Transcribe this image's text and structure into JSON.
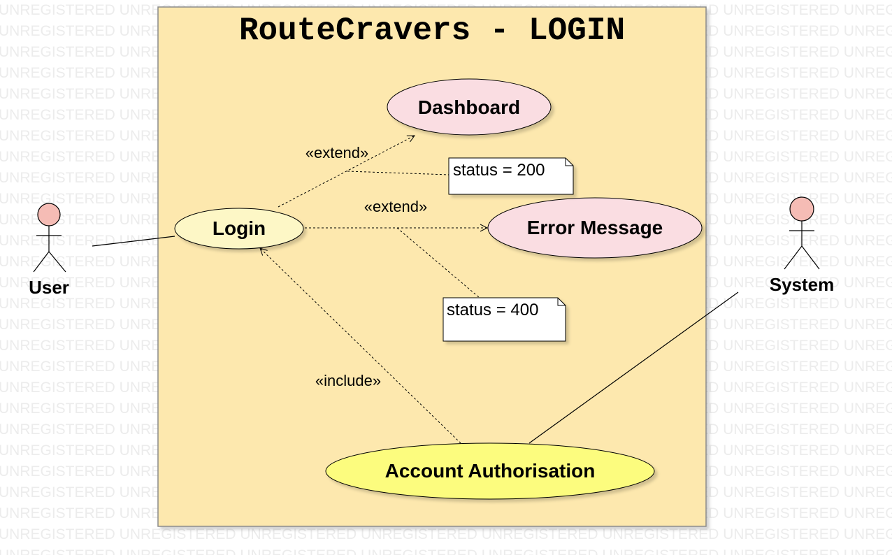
{
  "watermark": {
    "text": "UNREGISTERED"
  },
  "system_boundary": {
    "title": "RouteCravers - LOGIN"
  },
  "actors": {
    "user": {
      "name": "User"
    },
    "system": {
      "name": "System"
    }
  },
  "use_cases": {
    "dashboard": {
      "label": "Dashboard"
    },
    "login": {
      "label": "Login"
    },
    "error_message": {
      "label": "Error Message"
    },
    "account_authorisation": {
      "label": "Account Authorisation"
    }
  },
  "relationships": {
    "login_to_dashboard": {
      "stereotype": "«extend»"
    },
    "login_to_error": {
      "stereotype": "«extend»"
    },
    "auth_to_login": {
      "stereotype": "«include»"
    }
  },
  "notes": {
    "status_200": {
      "text": "status = 200"
    },
    "status_400": {
      "text": "status = 400"
    }
  },
  "colors": {
    "boundary_fill": "#fde8ae",
    "login_fill": "#fdf7c6",
    "extension_fill": "#fadde2",
    "auth_fill": "#fcfc7e",
    "actor_head": "#f5bcb5",
    "watermark": "#ececec"
  }
}
